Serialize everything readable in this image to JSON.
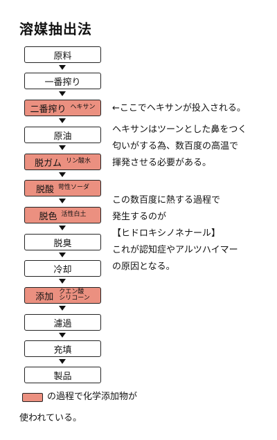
{
  "title": "溶媒抽出法",
  "steps": [
    {
      "label": "原料",
      "sub": "",
      "sub2": ""
    },
    {
      "label": "一番搾り",
      "sub": "",
      "sub2": ""
    },
    {
      "label": "二番搾り",
      "sub": "ヘキサン",
      "sub2": ""
    },
    {
      "label": "原油",
      "sub": "",
      "sub2": ""
    },
    {
      "label": "脱ガム",
      "sub": "リン酸水",
      "sub2": ""
    },
    {
      "label": "脱酸",
      "sub": "苛性ソーダ",
      "sub2": ""
    },
    {
      "label": "脱色",
      "sub": "活性白土",
      "sub2": ""
    },
    {
      "label": "脱臭",
      "sub": "",
      "sub2": ""
    },
    {
      "label": "冷却",
      "sub": "",
      "sub2": ""
    },
    {
      "label": "添加",
      "sub": "クエン酸",
      "sub2": "シリコーン"
    },
    {
      "label": "濾過",
      "sub": "",
      "sub2": ""
    },
    {
      "label": "充填",
      "sub": "",
      "sub2": ""
    },
    {
      "label": "製品",
      "sub": "",
      "sub2": ""
    }
  ],
  "annotations": {
    "hexane_arrow": "←ここでヘキサンが投入される。",
    "hexane_note": [
      "ヘキサンはツーンとした鼻をつく",
      "匂いがする為、数百度の高温で",
      "揮発させる必要がある。"
    ],
    "heat_note": [
      "この数百度に熱する過程で",
      "発生するのが",
      "【ヒドロキシノネナール】",
      "これが認知症やアルツハイマー",
      "の原因となる。"
    ]
  },
  "legend": {
    "line1": "の過程で化学添加物が",
    "line2": "使われている。"
  },
  "colors": {
    "additive_fill": "#eb9080",
    "border": "#222222",
    "text": "#111111"
  }
}
